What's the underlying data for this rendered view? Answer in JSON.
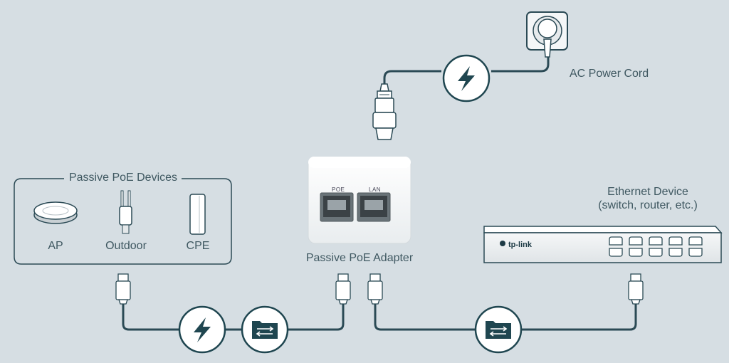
{
  "group": {
    "title": "Passive PoE Devices",
    "items": [
      {
        "label": "AP"
      },
      {
        "label": "Outdoor"
      },
      {
        "label": "CPE"
      }
    ]
  },
  "adapter": {
    "label": "Passive PoE Adapter",
    "port_poe": "POE",
    "port_lan": "LAN"
  },
  "power_cord": {
    "label": "AC Power Cord"
  },
  "ethernet_device": {
    "label_line1": "Ethernet Device",
    "label_line2": "(switch, router, etc.)",
    "brand": "tp-link"
  },
  "colors": {
    "background": "#d6dee3",
    "line": "#1f4650",
    "text": "#3f5861",
    "badge_fill": "#ffffff",
    "folder_fill": "#1f4650"
  },
  "icons": {
    "power": "lightning-bolt-icon",
    "data": "data-folder-icon"
  }
}
